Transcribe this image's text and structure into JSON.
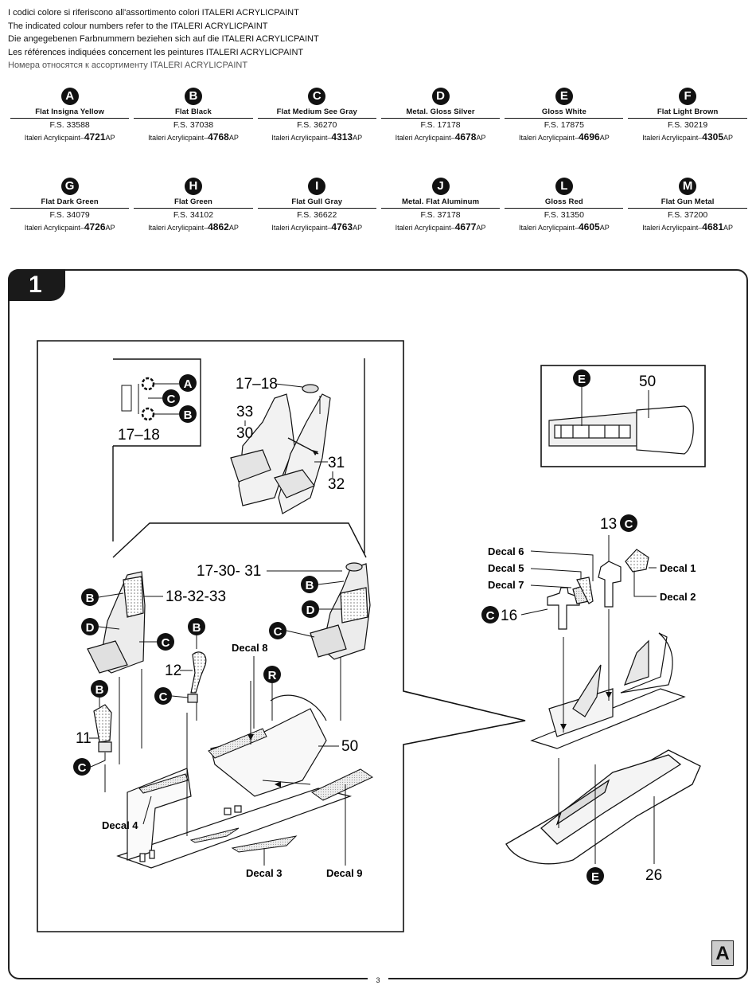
{
  "notes": [
    "I codici colore si riferiscono all'assortimento colori ITALERI ACRYLICPAINT",
    "The indicated colour numbers refer to the ITALERI ACRYLICPAINT",
    "Die angegebenen Farbnummern beziehen sich auf die ITALERI ACRYLICPAINT",
    "Les références indiquées concernent les peintures ITALERI ACRYLICPAINT",
    "Номера относятся к ассортименту ITALERI ACRYLICPAINT"
  ],
  "ap_prefix": "Italeri Acrylicpaint–",
  "ap_suffix": "AP",
  "colors_row1": [
    {
      "letter": "A",
      "name": "Flat Insigna Yellow",
      "fs": "F.S. 33588",
      "code": "4721"
    },
    {
      "letter": "B",
      "name": "Flat Black",
      "fs": "F.S. 37038",
      "code": "4768"
    },
    {
      "letter": "C",
      "name": "Flat Medium See Gray",
      "fs": "F.S. 36270",
      "code": "4313"
    },
    {
      "letter": "D",
      "name": "Metal. Gloss Silver",
      "fs": "F.S. 17178",
      "code": "4678"
    },
    {
      "letter": "E",
      "name": "Gloss White",
      "fs": "F.S. 17875",
      "code": "4696"
    },
    {
      "letter": "F",
      "name": "Flat Light Brown",
      "fs": "F.S. 30219",
      "code": "4305"
    }
  ],
  "colors_row2": [
    {
      "letter": "G",
      "name": "Flat Dark Green",
      "fs": "F.S. 34079",
      "code": "4726"
    },
    {
      "letter": "H",
      "name": "Flat Green",
      "fs": "F.S. 34102",
      "code": "4862"
    },
    {
      "letter": "I",
      "name": "Flat Gull Gray",
      "fs": "F.S. 36622",
      "code": "4763"
    },
    {
      "letter": "J",
      "name": "Metal. Flat Aluminum",
      "fs": "F.S. 37178",
      "code": "4677"
    },
    {
      "letter": "L",
      "name": "Gloss Red",
      "fs": "F.S. 31350",
      "code": "4605"
    },
    {
      "letter": "M",
      "name": "Flat Gun Metal",
      "fs": "F.S. 37200",
      "code": "4681"
    }
  ],
  "step": {
    "number": "1"
  },
  "diagram": {
    "callouts": {
      "c1A": "A",
      "c1C": "C",
      "c1B": "B",
      "c2E": "E",
      "b1": "B",
      "d1": "D",
      "c3": "C",
      "b2": "B",
      "c4": "C",
      "b3": "B",
      "c5": "C",
      "b4": "B",
      "d2": "D",
      "c6": "C",
      "r1": "R",
      "c7": "C",
      "c8": "C",
      "e2": "E"
    },
    "labels": {
      "p1718a": "17–18",
      "p1718b": "17–18",
      "p33": "33",
      "p30": "30",
      "p31": "31",
      "p32": "32",
      "p173031": "17-30- 31",
      "p183233": "18-32-33",
      "p12": "12",
      "p11": "11",
      "p50a": "50",
      "p50b": "50",
      "p13": "13",
      "p16": "16",
      "p26": "26",
      "dec8": "Decal 8",
      "dec4": "Decal 4",
      "dec3": "Decal 3",
      "dec9": "Decal 9",
      "dec6": "Decal 6",
      "dec5": "Decal 5",
      "dec7": "Decal 7",
      "dec1": "Decal 1",
      "dec2": "Decal 2"
    }
  },
  "sheet_letter": "A",
  "page_number": "3"
}
